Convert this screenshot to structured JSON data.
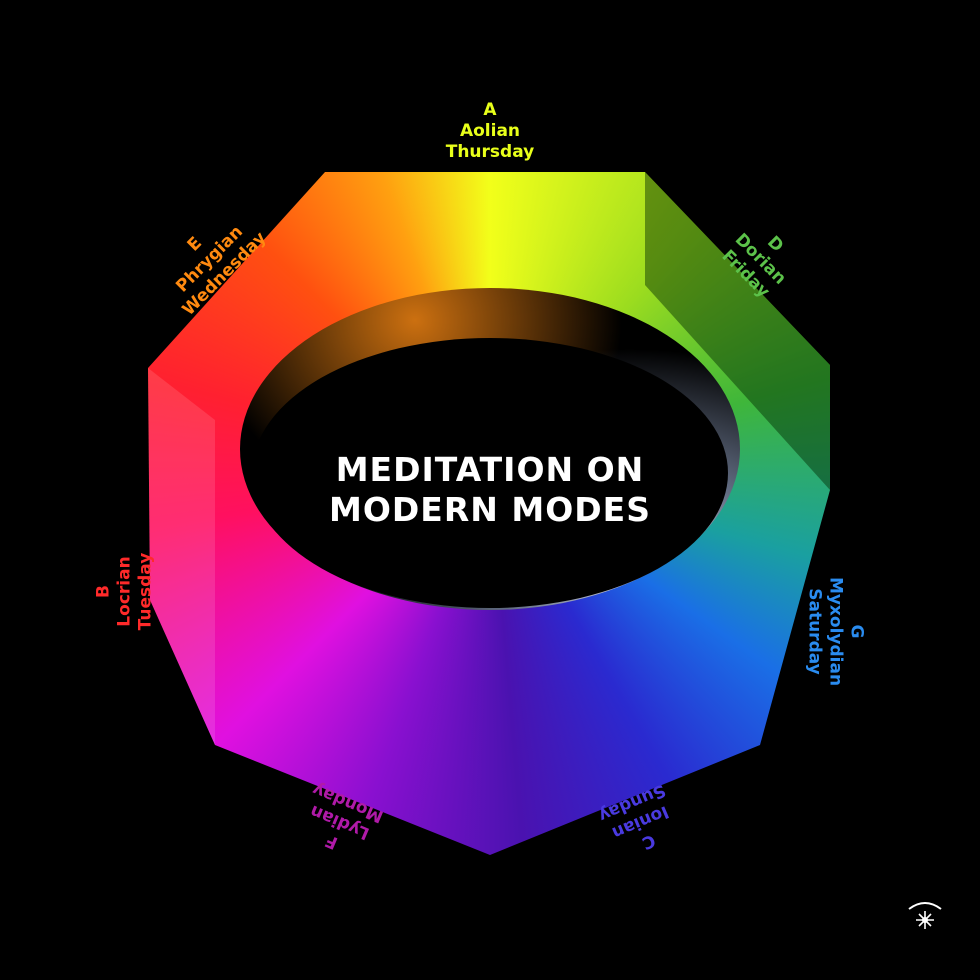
{
  "title_line1": "MEDITATION ON",
  "title_line2": "MODERN MODES",
  "modes": [
    {
      "note": "A",
      "mode": "Aolian",
      "day": "Thursday",
      "color": "#e8ff1a"
    },
    {
      "note": "D",
      "mode": "Dorian",
      "day": "Friday",
      "color": "#5cc24a"
    },
    {
      "note": "G",
      "mode": "Myxolydian",
      "day": "Saturday",
      "color": "#2a8cf0"
    },
    {
      "note": "C",
      "mode": "Ionian",
      "day": "Sunday",
      "color": "#4a3ae0"
    },
    {
      "note": "F",
      "mode": "Lydian",
      "day": "Monday",
      "color": "#b01aa8"
    },
    {
      "note": "B",
      "mode": "Locrian",
      "day": "Tuesday",
      "color": "#ff2a2a"
    },
    {
      "note": "E",
      "mode": "Phrygian",
      "day": "Wednesday",
      "color": "#ff8a10"
    }
  ]
}
